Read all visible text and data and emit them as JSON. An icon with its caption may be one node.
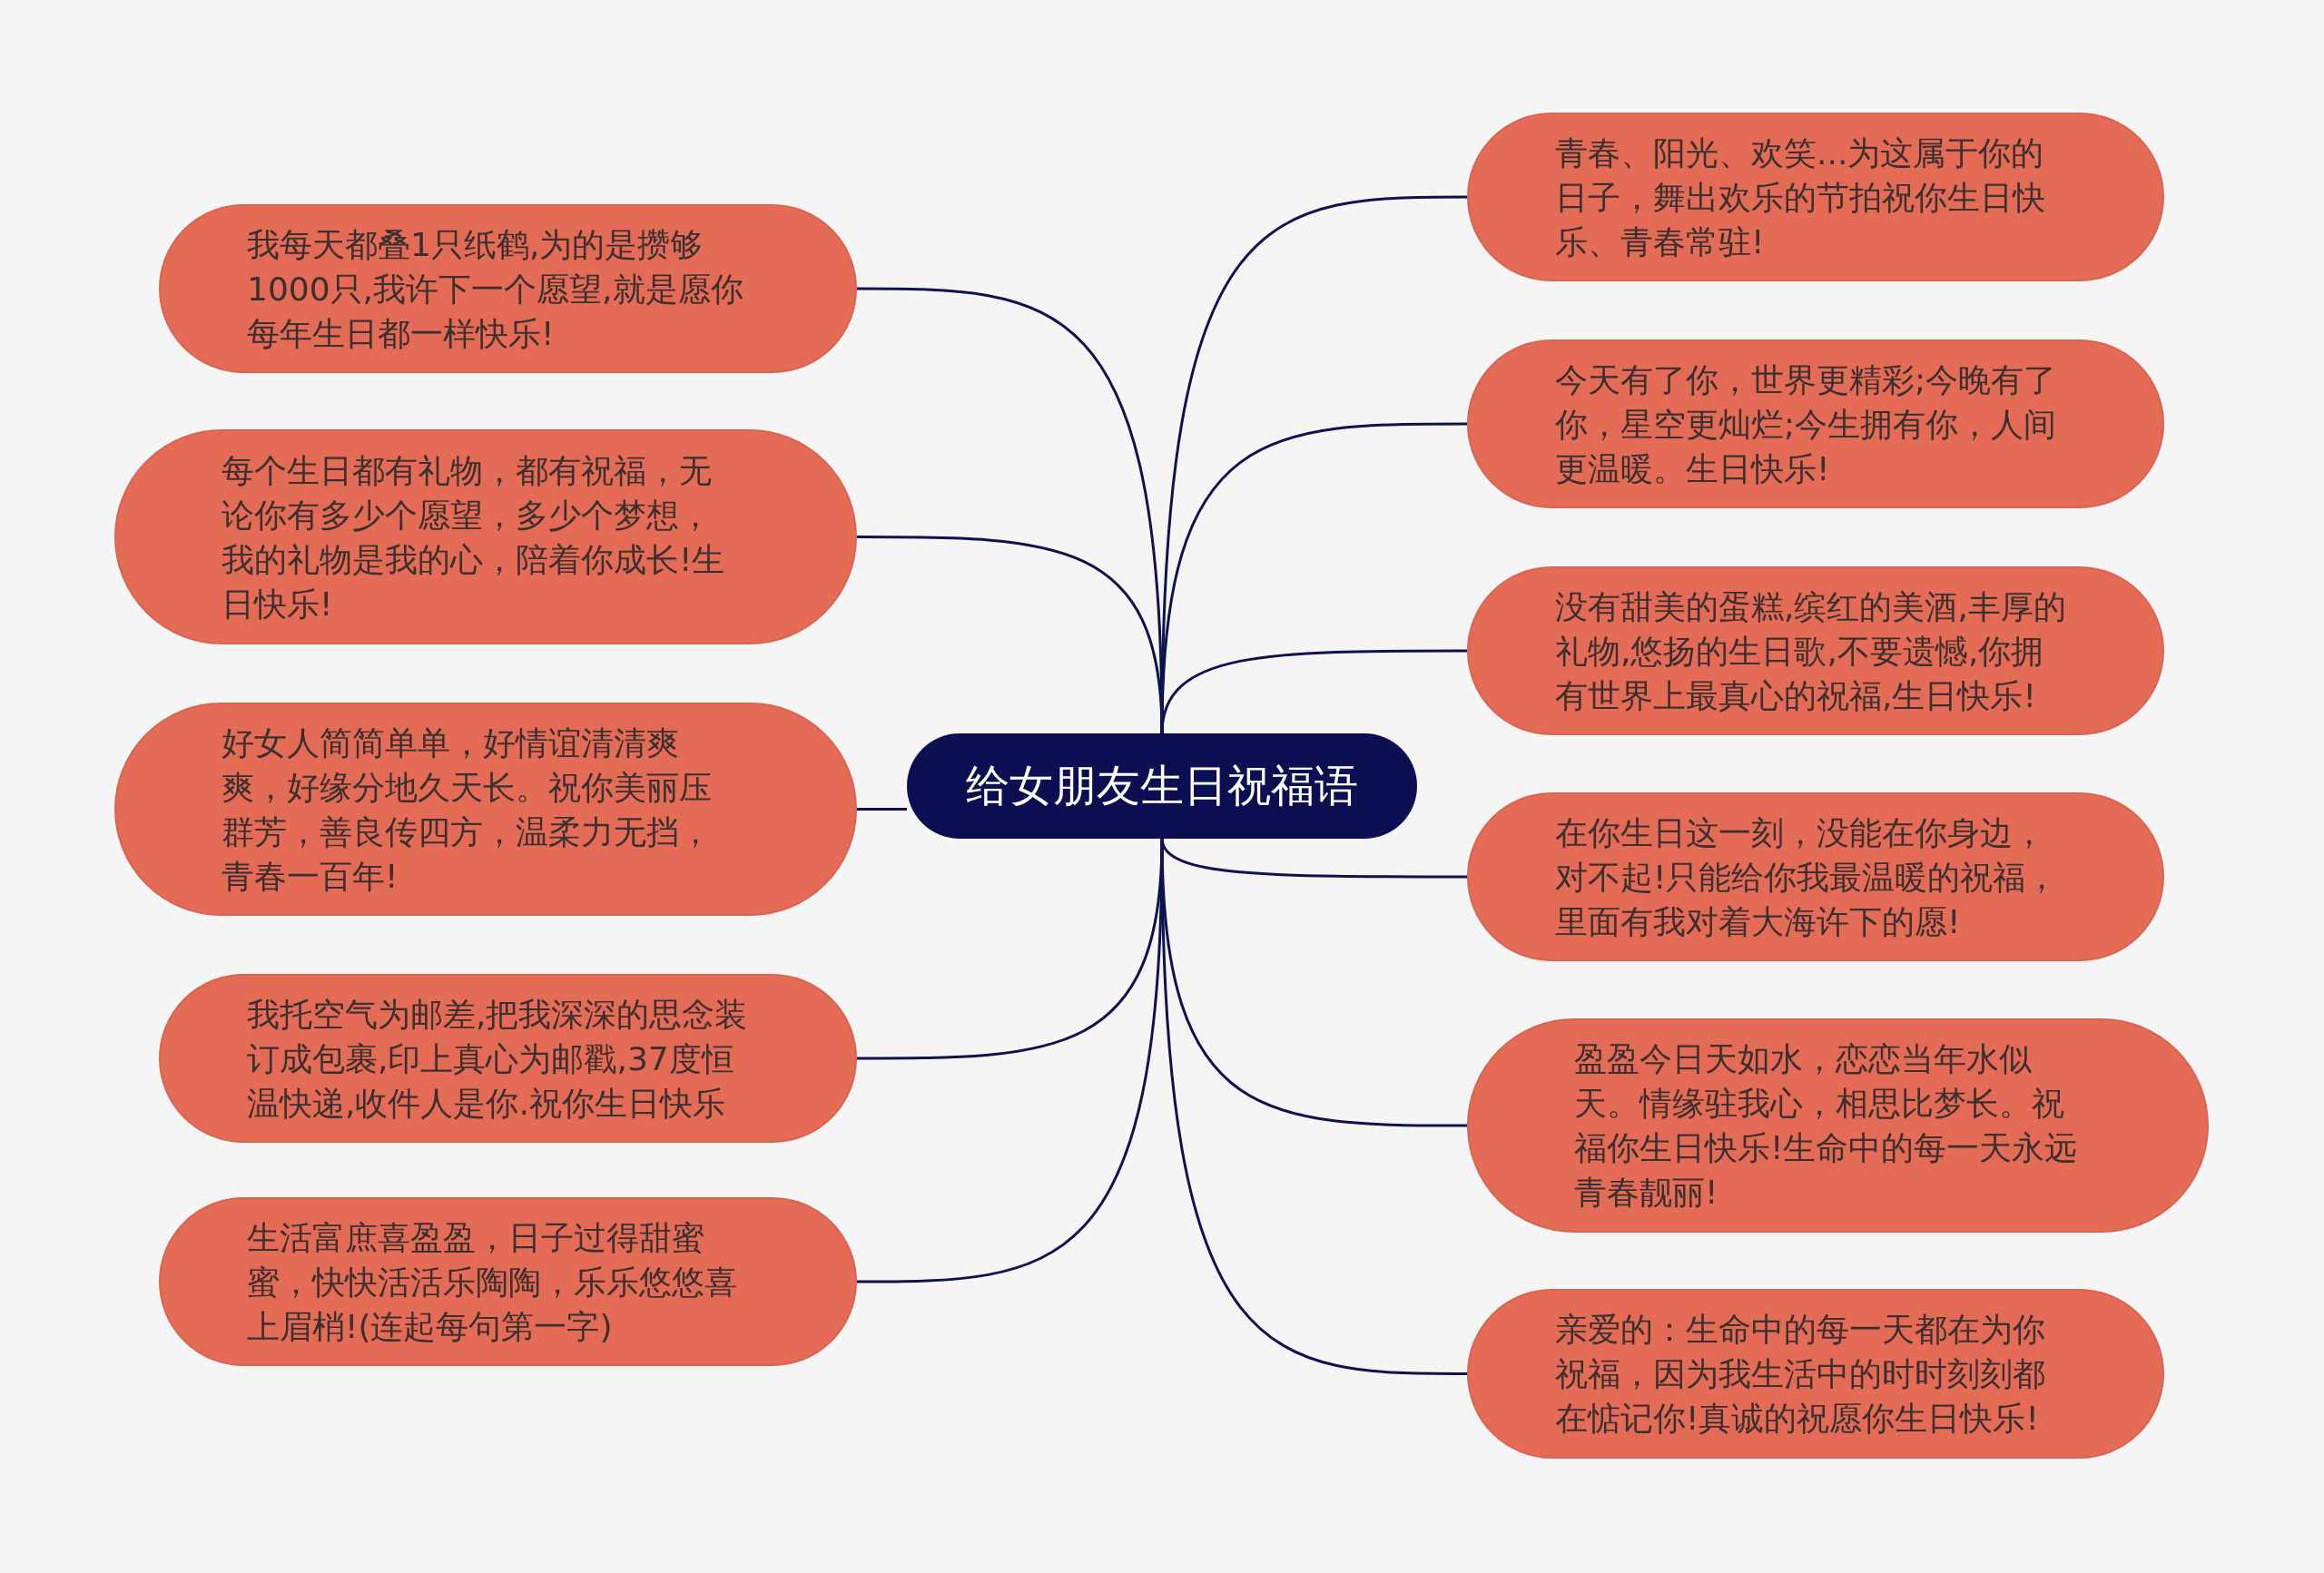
{
  "diagram": {
    "nodes": [
      {
        "text": [
          "给女朋友生日祝福语"
        ]
      },
      {
        "text": [
          "我每天都叠1只纸鹤,为的是攒够1000只,我许下一个愿望,就是愿你每年生日都一样快乐!"
        ]
      },
      {
        "text": [
          "每个生日都有礼物，都有祝福，无论你有多少个愿望，多少个梦想，我的礼物是我的心，陪着你成长!生日快乐!"
        ]
      },
      {
        "text": [
          "好女人简简单单，好情谊清清爽爽，好缘分地久天长。祝你美丽压群芳，善良传四方，温柔力无挡，青春一百年!"
        ]
      },
      {
        "text": [
          "我托空气为邮差,把我深深的思念装订成包裹,印上真心为邮戳,37度恒温快递,收件人是你.祝你生日快乐"
        ]
      },
      {
        "text": [
          "生活富庶喜盈盈，日子过得甜蜜蜜，快快活活乐陶陶，乐乐悠悠喜上眉梢!(连起每句第一字)"
        ]
      },
      {
        "text": [
          "青春、阳光、欢笑...为这属于你的日子，舞出欢乐的节拍祝你生日快乐、青春常驻!"
        ]
      },
      {
        "text": [
          "今天有了你，世界更精彩;今晚有了你，星空更灿烂;今生拥有你，人间更温暖。生日快乐!"
        ]
      },
      {
        "text": [
          "没有甜美的蛋糕,缤红的美酒,丰厚的礼物,悠扬的生日歌,不要遗憾,你拥有世界上最真心的祝福,生日快乐!"
        ]
      },
      {
        "text": [
          "在你生日这一刻，没能在你身边，对不起!只能给你我最温暖的祝福，里面有我对着大海许下的愿!"
        ]
      },
      {
        "text": [
          "盈盈今日天如水，恋恋当年水似天。情缘驻我心，相思比梦长。祝福你生日快乐!生命中的每一天永远青春靓丽!"
        ]
      },
      {
        "text": [
          "亲爱的：生命中的每一天都在为你祝福，因为我生活中的时时刻刻都在惦记你!真诚的祝愿你生日快乐!"
        ]
      }
    ],
    "edges": [
      {
        "from": 0,
        "to": 1,
        "arrow": "none"
      },
      {
        "from": 0,
        "to": 2,
        "arrow": "none"
      },
      {
        "from": 0,
        "to": 3,
        "arrow": "none"
      },
      {
        "from": 0,
        "to": 4,
        "arrow": "none"
      },
      {
        "from": 0,
        "to": 5,
        "arrow": "none"
      },
      {
        "from": 0,
        "to": 6,
        "arrow": "none"
      },
      {
        "from": 0,
        "to": 7,
        "arrow": "none"
      },
      {
        "from": 0,
        "to": 8,
        "arrow": "none"
      },
      {
        "from": 0,
        "to": 9,
        "arrow": "none"
      },
      {
        "from": 0,
        "to": 10,
        "arrow": "none"
      },
      {
        "from": 0,
        "to": 11,
        "arrow": "none"
      }
    ]
  }
}
